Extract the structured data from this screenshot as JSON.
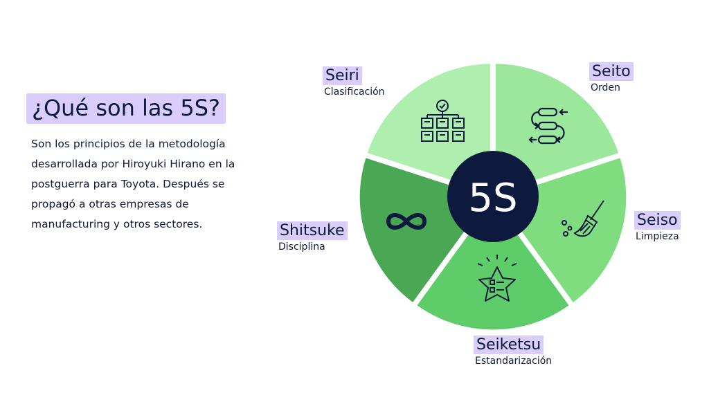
{
  "title": "¿Qué son las 5S?",
  "description": "Son los principios de la metodología desarrollada por Hiroyuki Hirano en la postguerra para Toyota. Después se propagó a otras empresas de manufacturing y otros sectores.",
  "center_label": "5S",
  "segments": [
    {
      "name": "Seiri",
      "subtitle": "Clasificación",
      "icon": "hierarchy-boxes-icon",
      "color": "#aeeeae"
    },
    {
      "name": "Seito",
      "subtitle": "Orden",
      "icon": "sorting-flow-icon",
      "color": "#9be79b"
    },
    {
      "name": "Seiso",
      "subtitle": "Limpieza",
      "icon": "broom-icon",
      "color": "#7fdc7f"
    },
    {
      "name": "Seiketsu",
      "subtitle": "Estandarización",
      "icon": "star-checklist-icon",
      "color": "#5fcc6a"
    },
    {
      "name": "Shitsuke",
      "subtitle": "Disciplina",
      "icon": "infinity-icon",
      "color": "#4aa855"
    }
  ],
  "colors": {
    "accent": "#d9cdfb",
    "center": "#0d1a3e",
    "text": "#0f1a3a"
  }
}
